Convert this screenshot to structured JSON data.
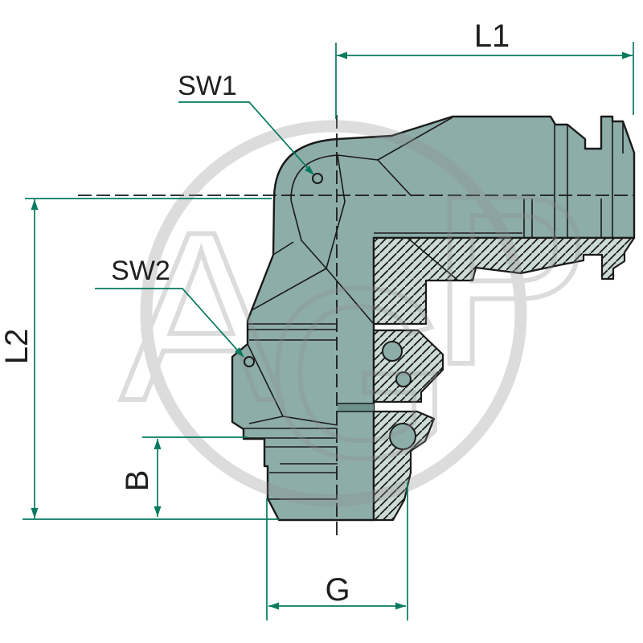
{
  "figure": {
    "title": "90 degree elbow fitting technical drawing",
    "watermark_text": "AGP",
    "watermark_letters": {
      "a": "A",
      "g": "G",
      "p": "P"
    },
    "labels": {
      "l1": "L1",
      "l2": "L2",
      "b": "B",
      "g": "G",
      "sw1": "SW1",
      "sw2": "SW2"
    },
    "colors": {
      "body": "#8dada9",
      "section": "#ccdbd5",
      "outline": "#1a1a1a",
      "dimension": "#077a5f",
      "label": "#1f1f1f",
      "watermark": "#8f8f8f"
    }
  }
}
